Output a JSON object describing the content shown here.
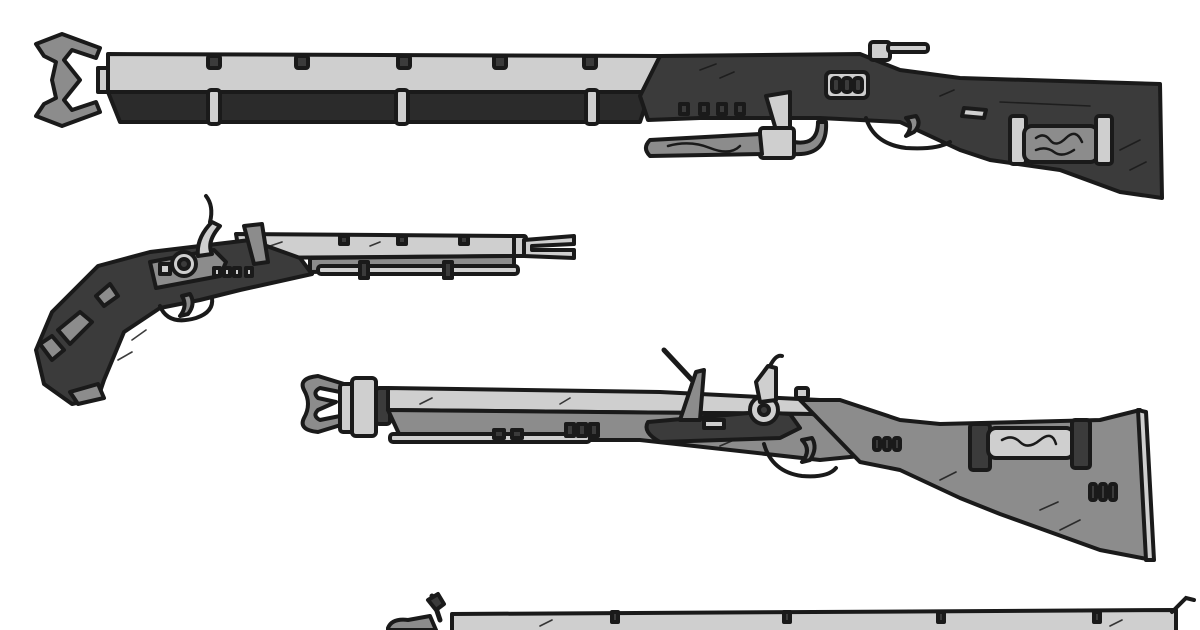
{
  "scene": {
    "items": [
      {
        "id": "long-rifle",
        "kind": "rifle with clawed muzzle"
      },
      {
        "id": "flintlock-pistol",
        "kind": "pistol with forked muzzle"
      },
      {
        "id": "flintlock-musket",
        "kind": "musket with clawed muzzle"
      },
      {
        "id": "partial-rifle",
        "kind": "rifle (cropped at bottom)"
      }
    ]
  },
  "palette": {
    "background": "#ffffff",
    "outline": "#1a1a1a",
    "light_metal": "#cfcfcf",
    "mid_grey": "#8c8c8c",
    "dark_wood": "#3b3b3b"
  }
}
